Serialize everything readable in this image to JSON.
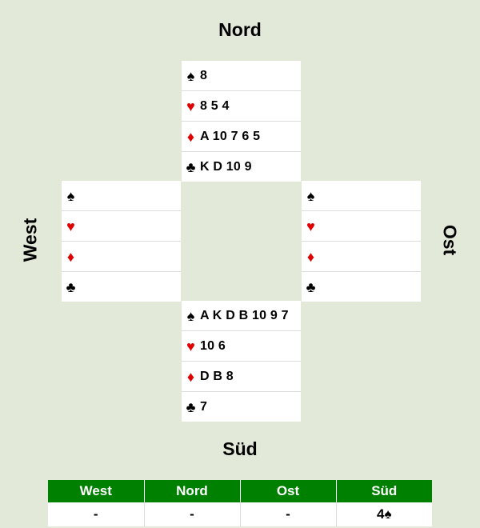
{
  "directions": {
    "north": "Nord",
    "south": "Süd",
    "west": "West",
    "east": "Ost"
  },
  "suit_symbols": {
    "spades": "♠",
    "hearts": "♥",
    "diamonds": "♦",
    "clubs": "♣"
  },
  "colors": {
    "red_suit": "#e00000",
    "black_suit": "#000000",
    "header_green": "#008000",
    "background": "#e3e9d9"
  },
  "hands": {
    "north": {
      "spades": "8",
      "hearts": "8 5 4",
      "diamonds": "A 10 7 6 5",
      "clubs": "K D 10 9"
    },
    "west": {
      "spades": "",
      "hearts": "",
      "diamonds": "",
      "clubs": ""
    },
    "east": {
      "spades": "",
      "hearts": "",
      "diamonds": "",
      "clubs": ""
    },
    "south": {
      "spades": "A K D B 10 9 7",
      "hearts": "10 6",
      "diamonds": "D B 8",
      "clubs": "7"
    }
  },
  "bidding": {
    "headers": [
      "West",
      "Nord",
      "Ost",
      "Süd"
    ],
    "rows": [
      [
        "-",
        "-",
        "-",
        "4♠"
      ]
    ]
  }
}
